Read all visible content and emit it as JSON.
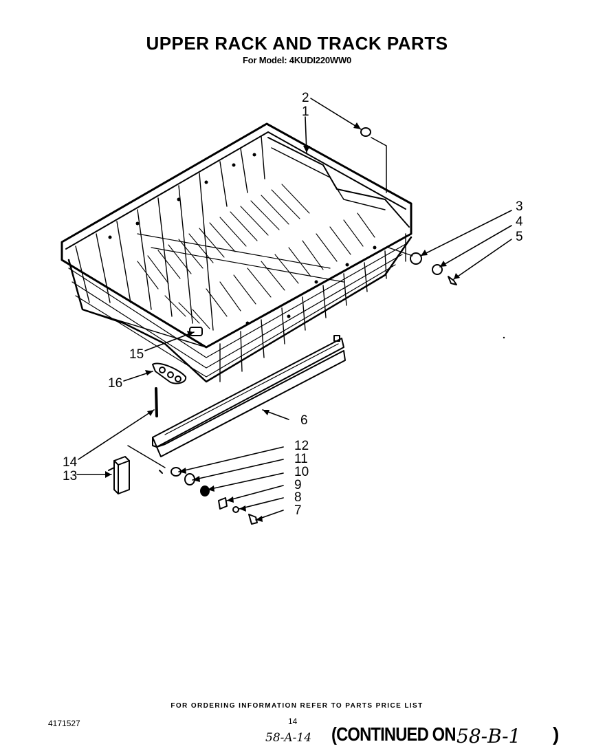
{
  "header": {
    "title": "UPPER RACK AND TRACK PARTS",
    "subtitle": "For Model: 4KUDI220WW0"
  },
  "callouts": [
    "1",
    "2",
    "3",
    "4",
    "5",
    "6",
    "7",
    "8",
    "9",
    "10",
    "11",
    "12",
    "13",
    "14",
    "15",
    "16"
  ],
  "footer": {
    "ordering_note": "FOR ORDERING INFORMATION REFER TO PARTS PRICE LIST",
    "part_number": "4171527",
    "page_number": "14",
    "handwritten_ref": "58-A-14",
    "continued_label": "(CONTINUED ON",
    "handwritten_continued": "58-B-1",
    "closing_paren": ")"
  }
}
